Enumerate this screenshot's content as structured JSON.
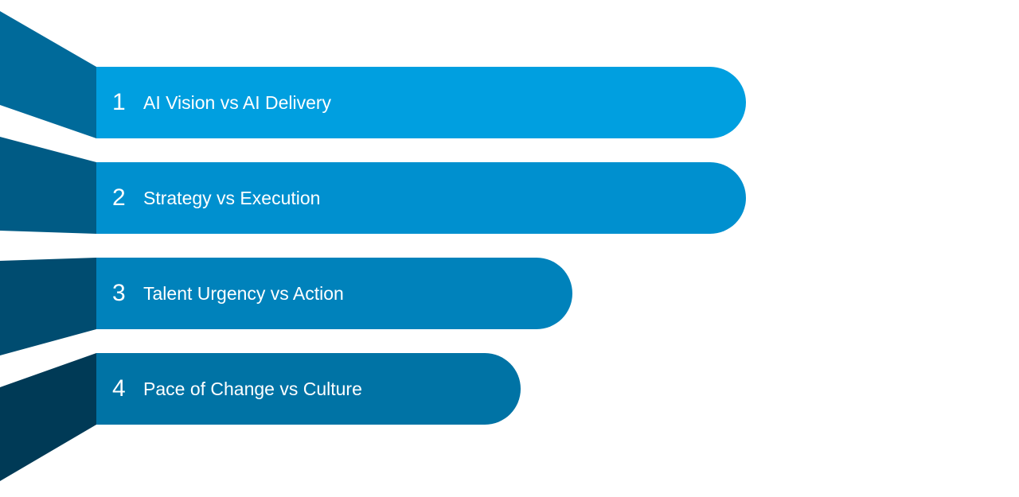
{
  "items": [
    {
      "number": "1",
      "label": "AI Vision vs AI Delivery",
      "color": "#009fe0",
      "flap_color": "#006a9a"
    },
    {
      "number": "2",
      "label": "Strategy vs Execution",
      "color": "#0090cf",
      "flap_color": "#005b85"
    },
    {
      "number": "3",
      "label": "Talent Urgency vs Action",
      "color": "#0082bb",
      "flap_color": "#004c70"
    },
    {
      "number": "4",
      "label": "Pace of Change vs Culture",
      "color": "#0073a5",
      "flap_color": "#003a56"
    }
  ]
}
